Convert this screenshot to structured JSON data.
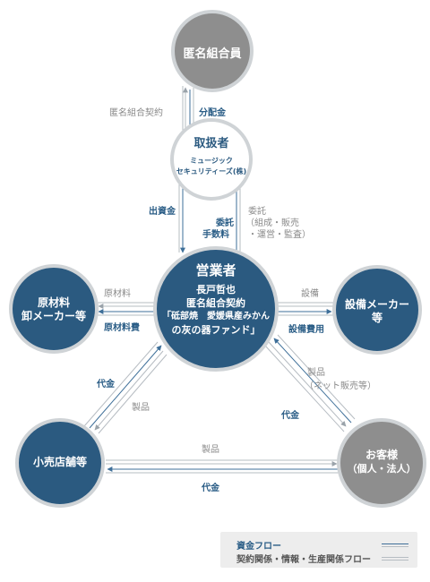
{
  "nodes": {
    "investor": {
      "name": "匿名組合員",
      "color": "#8e8e8e"
    },
    "handler": {
      "title": "取扱者",
      "company_line1": "ミュージック",
      "company_line2": "セキュリティーズ(株)",
      "color": "#ffffff"
    },
    "operator": {
      "title": "営業者",
      "line1": "長戸哲也",
      "line2": "匿名組合契約",
      "line3": "「砥部焼　愛媛県産みかん",
      "line4": "の灰の器ファンド」",
      "color": "#2b5a80"
    },
    "materials": {
      "line1": "原材料",
      "line2": "卸メーカー等",
      "color": "#2b5a80"
    },
    "equipment": {
      "line1": "設備メーカー",
      "line2": "等",
      "color": "#2b5a80"
    },
    "retail": {
      "line1": "小売店舗等",
      "color": "#2b5a80"
    },
    "customer": {
      "line1": "お客様",
      "line2": "（個人・法人）",
      "color": "#8e8e8e"
    }
  },
  "flows": {
    "contract": "匿名組合契約",
    "distribution": "分配金",
    "investment": "出資金",
    "entrust_fee_1": "委託",
    "entrust_fee_2": "手数料",
    "entrust_1": "委託",
    "entrust_2": "（組成・販売",
    "entrust_3": "・運営・監査）",
    "materials_top": "原材料",
    "materials_cost": "原材料費",
    "equipment_top": "設備",
    "equipment_cost": "設備費用",
    "retail_payment": "代金",
    "retail_product": "製品",
    "customer_product_1": "製品",
    "customer_product_2": "（ネット販売等）",
    "customer_payment": "代金",
    "bottom_product": "製品",
    "bottom_payment": "代金"
  },
  "legend": {
    "money_flow": "資金フロー",
    "info_flow": "契約関係・情報・生産関係フロー"
  },
  "colors": {
    "money": "#3e6f99",
    "info": "#b6bcc2",
    "gray_ring": "#cfd3d6"
  }
}
